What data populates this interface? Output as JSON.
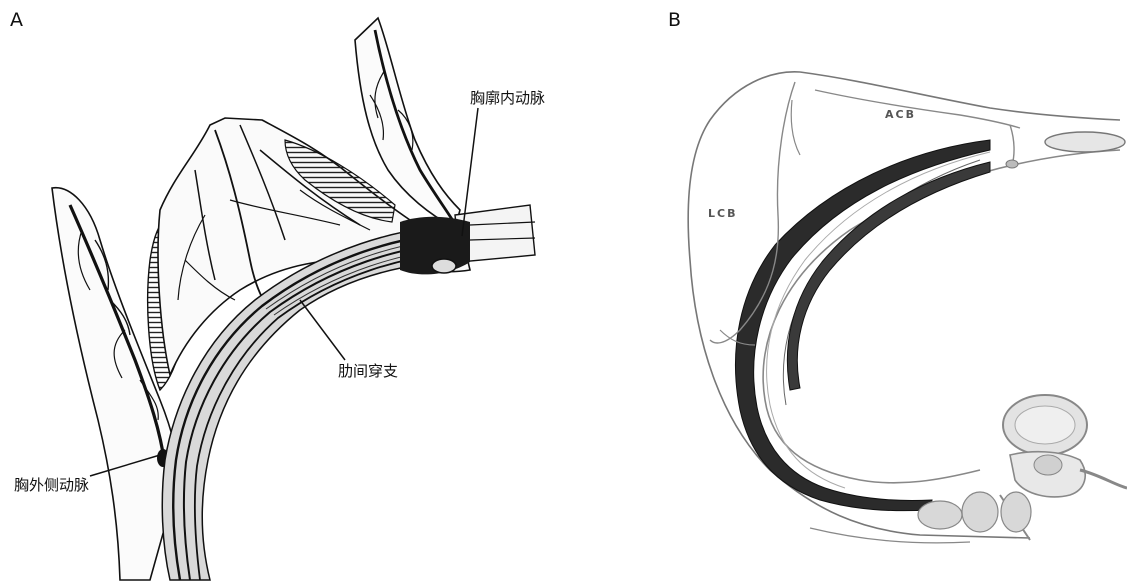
{
  "panel_a": {
    "letter": "A",
    "labels": {
      "internal_thoracic": "胸廓内动脉",
      "intercostal_perforator": "肋间穿支",
      "lateral_thoracic": "胸外侧动脉"
    }
  },
  "panel_b": {
    "letter": "B",
    "labels": {
      "acb": "ACB",
      "lcb": "LCB"
    }
  }
}
